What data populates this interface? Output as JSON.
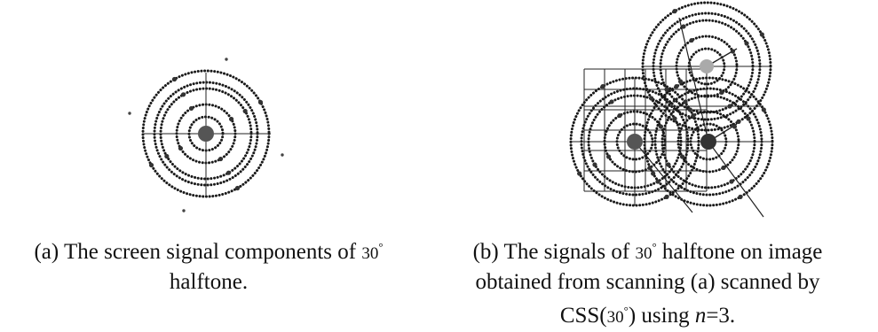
{
  "panel_a": {
    "caption_pre": "(a) The screen signal components of ",
    "angle": "30",
    "degree_symbol": "°",
    "caption_post": "halftone."
  },
  "panel_b": {
    "caption_pre": "(b) The signals of ",
    "angle": "30",
    "degree_symbol": "°",
    "caption_mid": " halftone on image",
    "caption_line2": "obtained from scanning (a) scanned by",
    "css_open": "CSS(",
    "css_close": ") using ",
    "n_var": "n",
    "n_value": "=3."
  }
}
